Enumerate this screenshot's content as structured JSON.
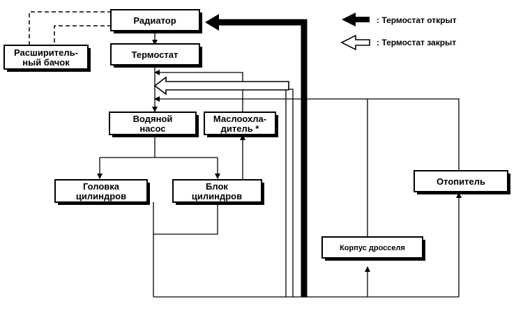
{
  "boxes": {
    "radiator": "Радиатор",
    "thermostat": "Термостат",
    "expansion_tank": [
      "Расширитель-",
      "ный бачок"
    ],
    "water_pump": [
      "Водяной",
      "насос"
    ],
    "oil_cooler": [
      "Маслоохла-",
      "дитель *"
    ],
    "cylinder_head": [
      "Головка",
      "цилиндров"
    ],
    "cylinder_block": [
      "Блок",
      "цилиндров"
    ],
    "heater": "Отопитель",
    "throttle_body": "Корпус дросселя"
  },
  "legend": {
    "open_label": ":  Термостат открыт",
    "closed_label": ":  Термостат закрыт"
  },
  "colors": {
    "line": "#000000",
    "background": "#ffffff"
  }
}
